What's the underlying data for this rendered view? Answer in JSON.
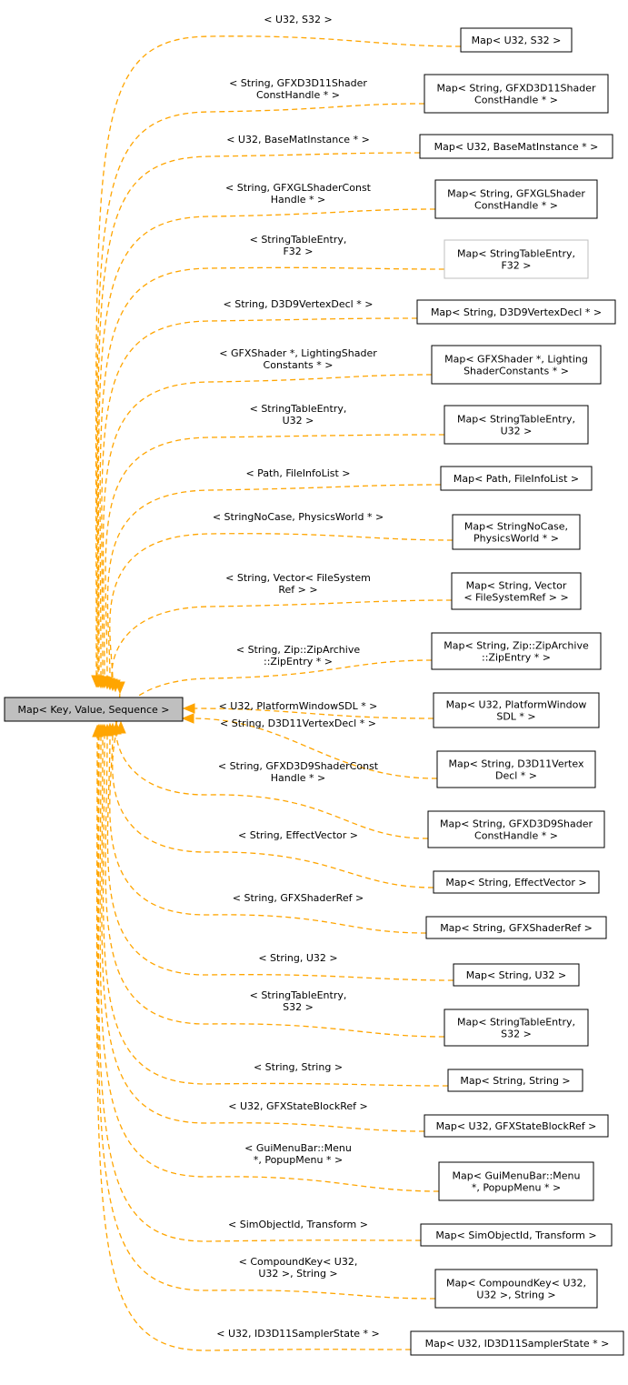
{
  "base_node": {
    "label": "Map< Key, Value, Sequence >"
  },
  "colors": {
    "edge": "#ffa500",
    "base_fill": "#bfbfbf",
    "node_border": "#000000",
    "grey_border": "#bfbfbf"
  },
  "edges": [
    {
      "edge_label": [
        "< U32, S32 >"
      ],
      "node_label": [
        "Map< U32, S32 >"
      ]
    },
    {
      "edge_label": [
        "< String, GFXD3D11Shader",
        "ConstHandle * >"
      ],
      "node_label": [
        "Map< String, GFXD3D11Shader",
        "ConstHandle * >"
      ]
    },
    {
      "edge_label": [
        "< U32, BaseMatInstance * >"
      ],
      "node_label": [
        "Map< U32, BaseMatInstance * >"
      ]
    },
    {
      "edge_label": [
        "< String, GFXGLShaderConst",
        "Handle * >"
      ],
      "node_label": [
        "Map< String, GFXGLShader",
        "ConstHandle * >"
      ]
    },
    {
      "edge_label": [
        "< StringTableEntry,",
        "F32 >"
      ],
      "node_label": [
        "Map< StringTableEntry,",
        "F32 >"
      ],
      "grey": true
    },
    {
      "edge_label": [
        "< String, D3D9VertexDecl * >"
      ],
      "node_label": [
        "Map< String, D3D9VertexDecl * >"
      ]
    },
    {
      "edge_label": [
        "< GFXShader *, LightingShader",
        "Constants * >"
      ],
      "node_label": [
        "Map< GFXShader *, Lighting",
        "ShaderConstants * >"
      ]
    },
    {
      "edge_label": [
        "< StringTableEntry,",
        "U32 >"
      ],
      "node_label": [
        "Map< StringTableEntry,",
        "U32 >"
      ]
    },
    {
      "edge_label": [
        "< Path, FileInfoList >"
      ],
      "node_label": [
        "Map< Path, FileInfoList >"
      ]
    },
    {
      "edge_label": [
        "< StringNoCase, PhysicsWorld * >"
      ],
      "node_label": [
        "Map< StringNoCase,",
        "PhysicsWorld * >"
      ]
    },
    {
      "edge_label": [
        "< String, Vector< FileSystem",
        "Ref > >"
      ],
      "node_label": [
        "Map< String, Vector",
        "< FileSystemRef > >"
      ]
    },
    {
      "edge_label": [
        "< String, Zip::ZipArchive",
        "::ZipEntry * >"
      ],
      "node_label": [
        "Map< String, Zip::ZipArchive",
        "::ZipEntry * >"
      ]
    },
    {
      "edge_label": [
        "< U32, PlatformWindowSDL * >"
      ],
      "node_label": [
        "Map< U32, PlatformWindow",
        "SDL * >"
      ]
    },
    {
      "edge_label": [
        "< String, D3D11VertexDecl * >"
      ],
      "node_label": [
        "Map< String, D3D11Vertex",
        "Decl * >"
      ]
    },
    {
      "edge_label": [
        "< String, GFXD3D9ShaderConst",
        "Handle * >"
      ],
      "node_label": [
        "Map< String, GFXD3D9Shader",
        "ConstHandle * >"
      ]
    },
    {
      "edge_label": [
        "< String, EffectVector >"
      ],
      "node_label": [
        "Map< String, EffectVector >"
      ]
    },
    {
      "edge_label": [
        "< String, GFXShaderRef >"
      ],
      "node_label": [
        "Map< String, GFXShaderRef >"
      ]
    },
    {
      "edge_label": [
        "< String, U32 >"
      ],
      "node_label": [
        "Map< String, U32 >"
      ]
    },
    {
      "edge_label": [
        "< StringTableEntry,",
        "S32 >"
      ],
      "node_label": [
        "Map< StringTableEntry,",
        "S32 >"
      ]
    },
    {
      "edge_label": [
        "< String, String >"
      ],
      "node_label": [
        "Map< String, String >"
      ]
    },
    {
      "edge_label": [
        "< U32, GFXStateBlockRef >"
      ],
      "node_label": [
        "Map< U32, GFXStateBlockRef >"
      ]
    },
    {
      "edge_label": [
        "< GuiMenuBar::Menu",
        "*, PopupMenu * >"
      ],
      "node_label": [
        "Map< GuiMenuBar::Menu",
        "*, PopupMenu * >"
      ]
    },
    {
      "edge_label": [
        "< SimObjectId, Transform >"
      ],
      "node_label": [
        "Map< SimObjectId, Transform >"
      ]
    },
    {
      "edge_label": [
        "< CompoundKey< U32,",
        "U32 >, String >"
      ],
      "node_label": [
        "Map< CompoundKey< U32,",
        "U32 >, String >"
      ]
    },
    {
      "edge_label": [
        "< U32, ID3D11SamplerState * >"
      ],
      "node_label": [
        "Map< U32, ID3D11SamplerState * >"
      ]
    }
  ]
}
